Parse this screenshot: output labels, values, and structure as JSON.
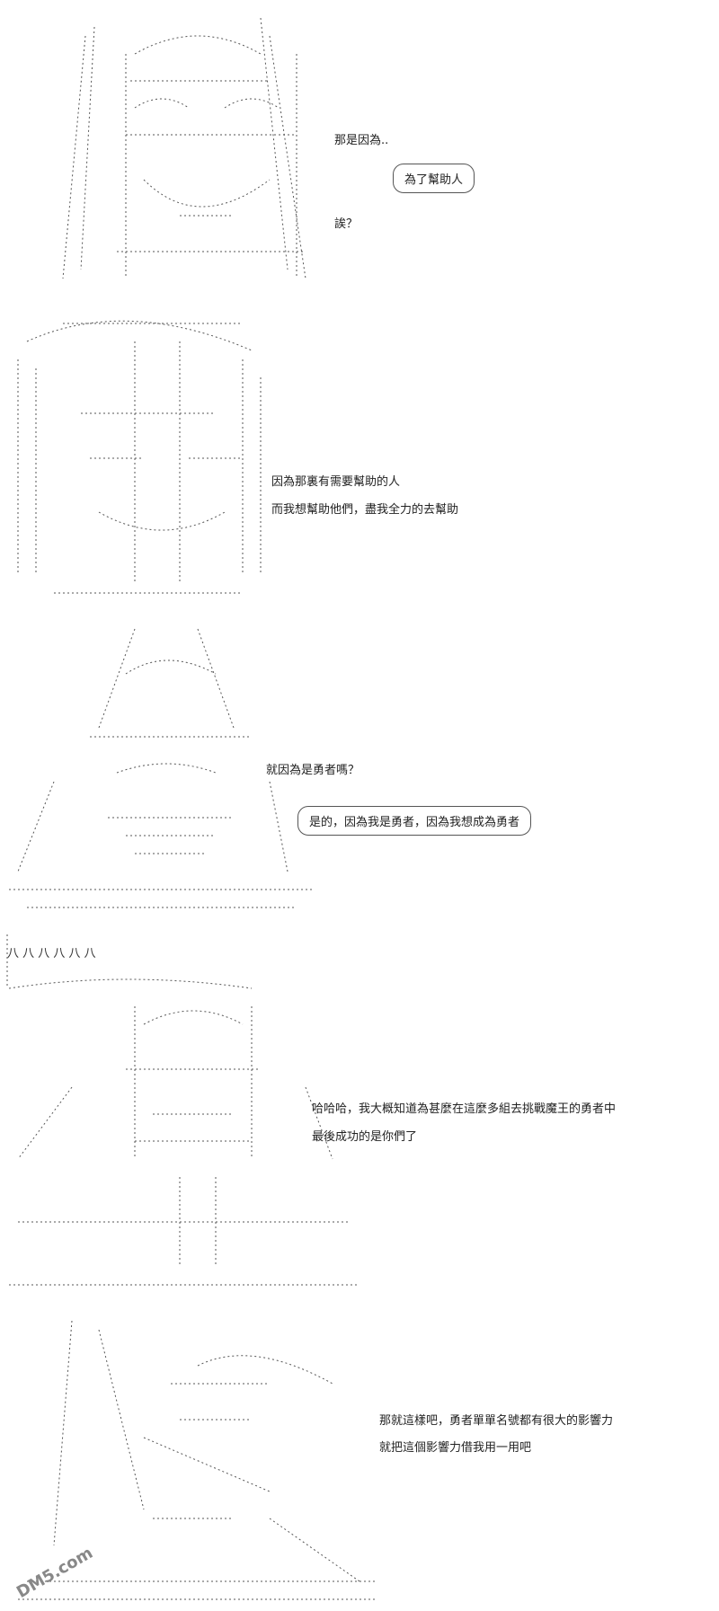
{
  "panels": [
    {
      "lines": [
        "那是因為.."
      ],
      "bubble": "為了幫助人",
      "lines2": [
        "誒？"
      ]
    },
    {
      "lines": [
        "因為那裏有需要幫助的人",
        "而我想幫助他們，盡我全力的去幫助"
      ]
    },
    {
      "lines": [
        "就因為是勇者嗎？"
      ],
      "bubble": "是的，因為我是勇者，因為我想成為勇者"
    },
    {
      "lines": [
        "哈哈哈，我大概知道為甚麼在這麼多組去挑戰魔王的勇者中",
        "最後成功的是你們了"
      ],
      "fringe": "八 八 八 八 八 八"
    },
    {
      "lines": [
        "那就這樣吧，勇者單單名號都有很大的影響力",
        "就把這個影響力借我用一用吧"
      ]
    }
  ],
  "watermark": "DM5.com"
}
